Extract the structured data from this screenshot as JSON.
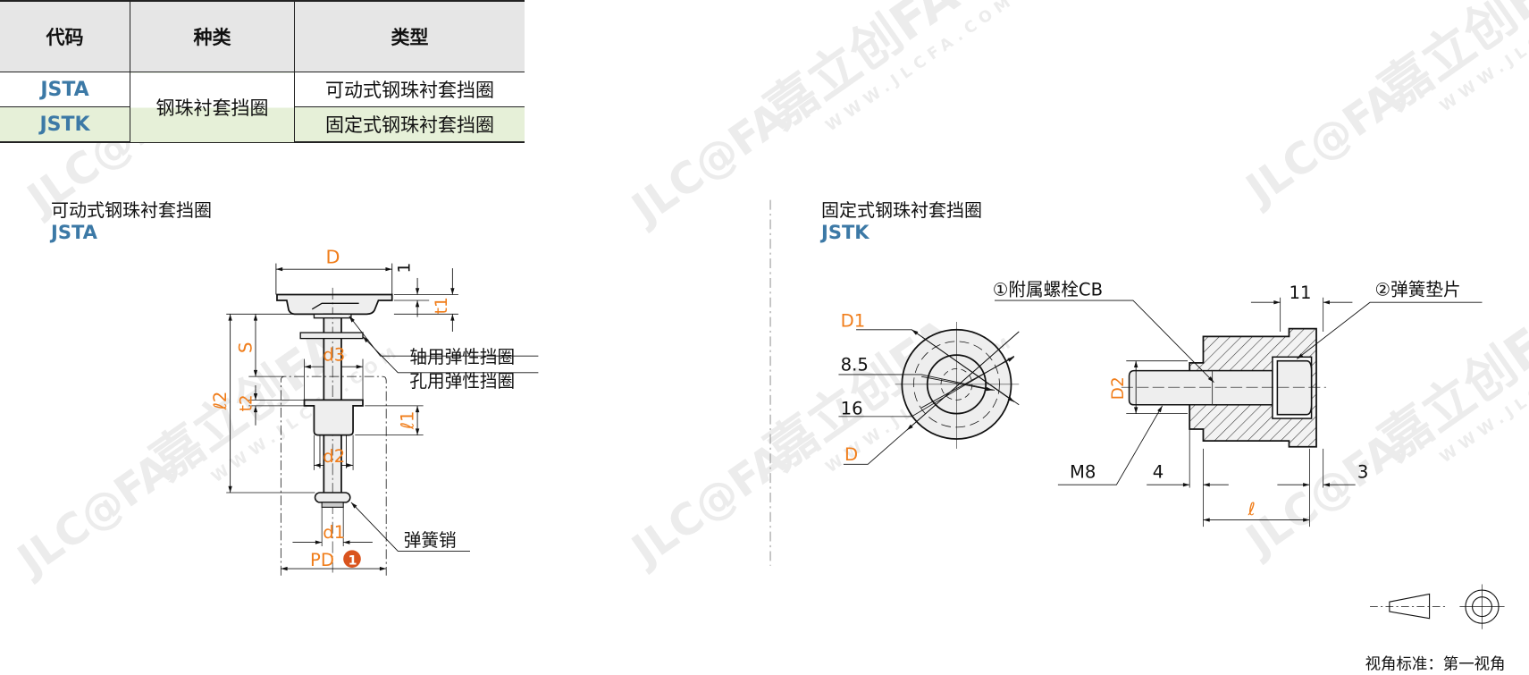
{
  "table": {
    "headers": [
      "代码",
      "种类",
      "类型"
    ],
    "rows": [
      {
        "code": "JSTA",
        "kind": "钢珠衬套挡圈",
        "type": "可动式钢珠衬套挡圈"
      },
      {
        "code": "JSTK",
        "kind": "钢珠衬套挡圈",
        "type": "固定式钢珠衬套挡圈"
      }
    ],
    "header_bg": "#e6e6e6",
    "highlight_row_bg": "#e6f0d8",
    "code_color": "#3c79a6"
  },
  "left_section": {
    "title": "可动式钢珠衬套挡圈",
    "code": "JSTA",
    "dimensions": {
      "D": "D",
      "one": "1",
      "t1": "t1",
      "S": "S",
      "l2": "ℓ2",
      "t2": "t2",
      "d3": "d3",
      "d2": "d2",
      "l1": "ℓ1",
      "d1": "d1",
      "PD": "PD",
      "PD_note": "1"
    },
    "callouts": {
      "shaft_ring": "轴用弹性挡圈",
      "hole_ring": "孔用弹性挡圈",
      "spring_pin": "弹簧销"
    }
  },
  "right_section": {
    "title": "固定式钢珠衬套挡圈",
    "code": "JSTK",
    "dimensions": {
      "D1": "D1",
      "d85": "8.5",
      "d16": "16",
      "D": "D",
      "D2": "D2",
      "M8": "M8",
      "four": "4",
      "eleven": "11",
      "three": "3",
      "l": "ℓ"
    },
    "callouts": {
      "bolt": "①附属螺栓CB",
      "washer": "②弹簧垫片"
    }
  },
  "projection": {
    "label": "视角标准：第一视角"
  },
  "watermark": {
    "brand": "JLC@FA",
    "cn": "嘉立创FA",
    "url": "WWW.JLCFA.COM"
  },
  "colors": {
    "dimension": "#f07d1a",
    "code": "#3c79a6",
    "badge": "#d9541e"
  }
}
